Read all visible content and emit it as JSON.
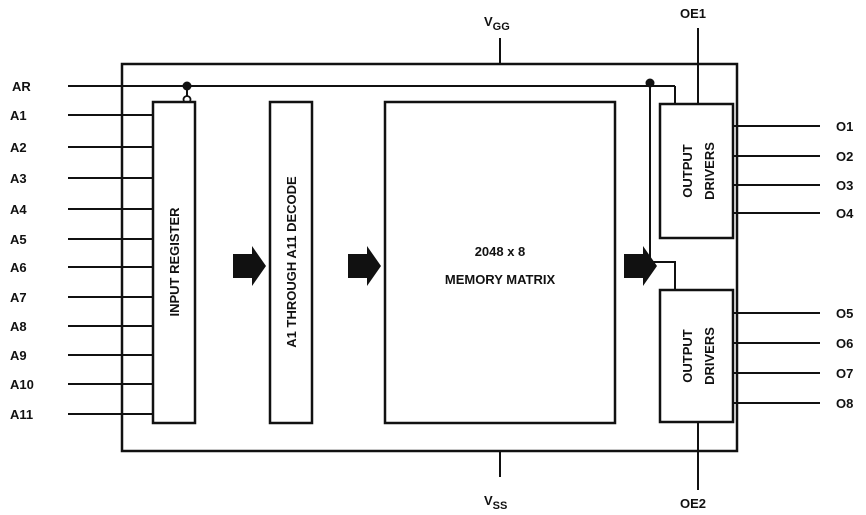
{
  "supply": {
    "vgg_main": "V",
    "vgg_sub": "GG",
    "vss_main": "V",
    "vss_sub": "SS"
  },
  "enables": {
    "oe1": "OE1",
    "oe2": "OE2"
  },
  "inputs": {
    "ar": "AR",
    "address": [
      "A1",
      "A2",
      "A3",
      "A4",
      "A5",
      "A6",
      "A7",
      "A8",
      "A9",
      "A10",
      "A11"
    ]
  },
  "blocks": {
    "input_register": "INPUT REGISTER",
    "decode": "A1 THROUGH A11 DECODE",
    "matrix_line1": "2048 x 8",
    "matrix_line2": "MEMORY MATRIX",
    "driver_upper_1": "OUTPUT",
    "driver_upper_2": "DRIVERS",
    "driver_lower_1": "OUTPUT",
    "driver_lower_2": "DRIVERS"
  },
  "outputs": [
    "O1",
    "O2",
    "O3",
    "O4",
    "O5",
    "O6",
    "O7",
    "O8"
  ]
}
